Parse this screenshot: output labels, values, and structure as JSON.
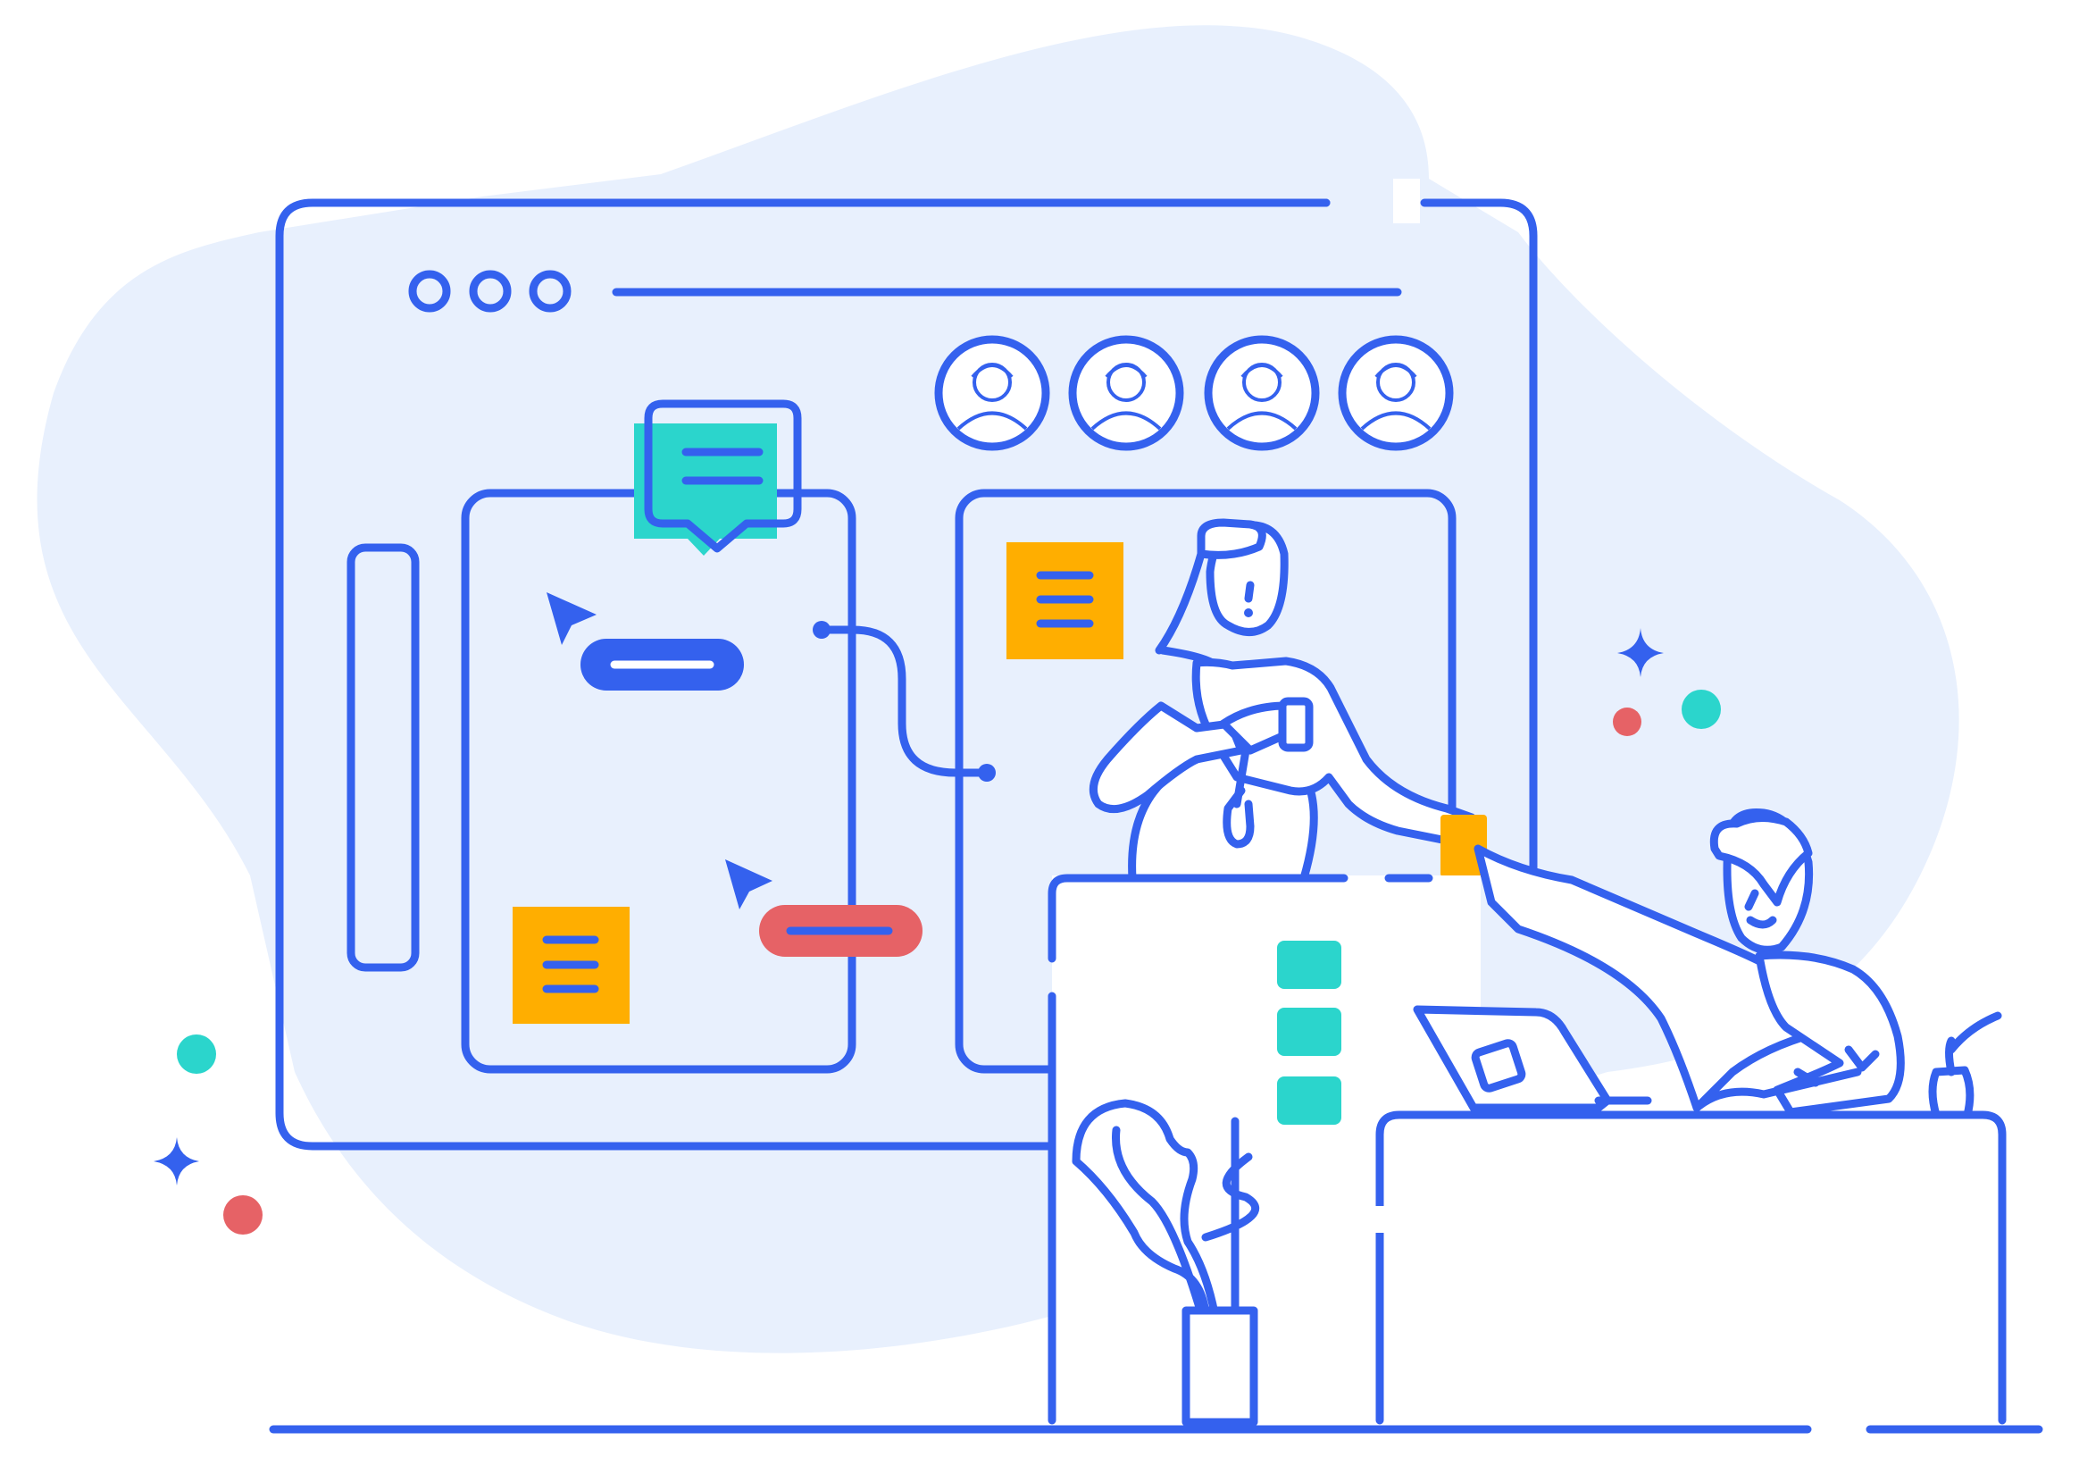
{
  "colors": {
    "outline": "#3461EE",
    "blob": "#E8F0FD",
    "teal": "#2BD5CC",
    "orange": "#FFAE00",
    "coral": "#E66266",
    "white": "#FFFFFF"
  },
  "icons": {
    "window_controls": "three-dots-icon",
    "comment": "speech-bubble-icon",
    "sticky_note": "note-lines-icon",
    "cursor": "pointer-arrow-icon",
    "sparkle": "sparkle-star-icon",
    "avatar": "person-avatar-icon"
  },
  "board": {
    "avatars": [
      "avatar-1",
      "avatar-2",
      "avatar-3",
      "avatar-4"
    ],
    "left_panel_notes": 1,
    "right_panel_notes": 1,
    "cabinet_drawers": 3
  }
}
